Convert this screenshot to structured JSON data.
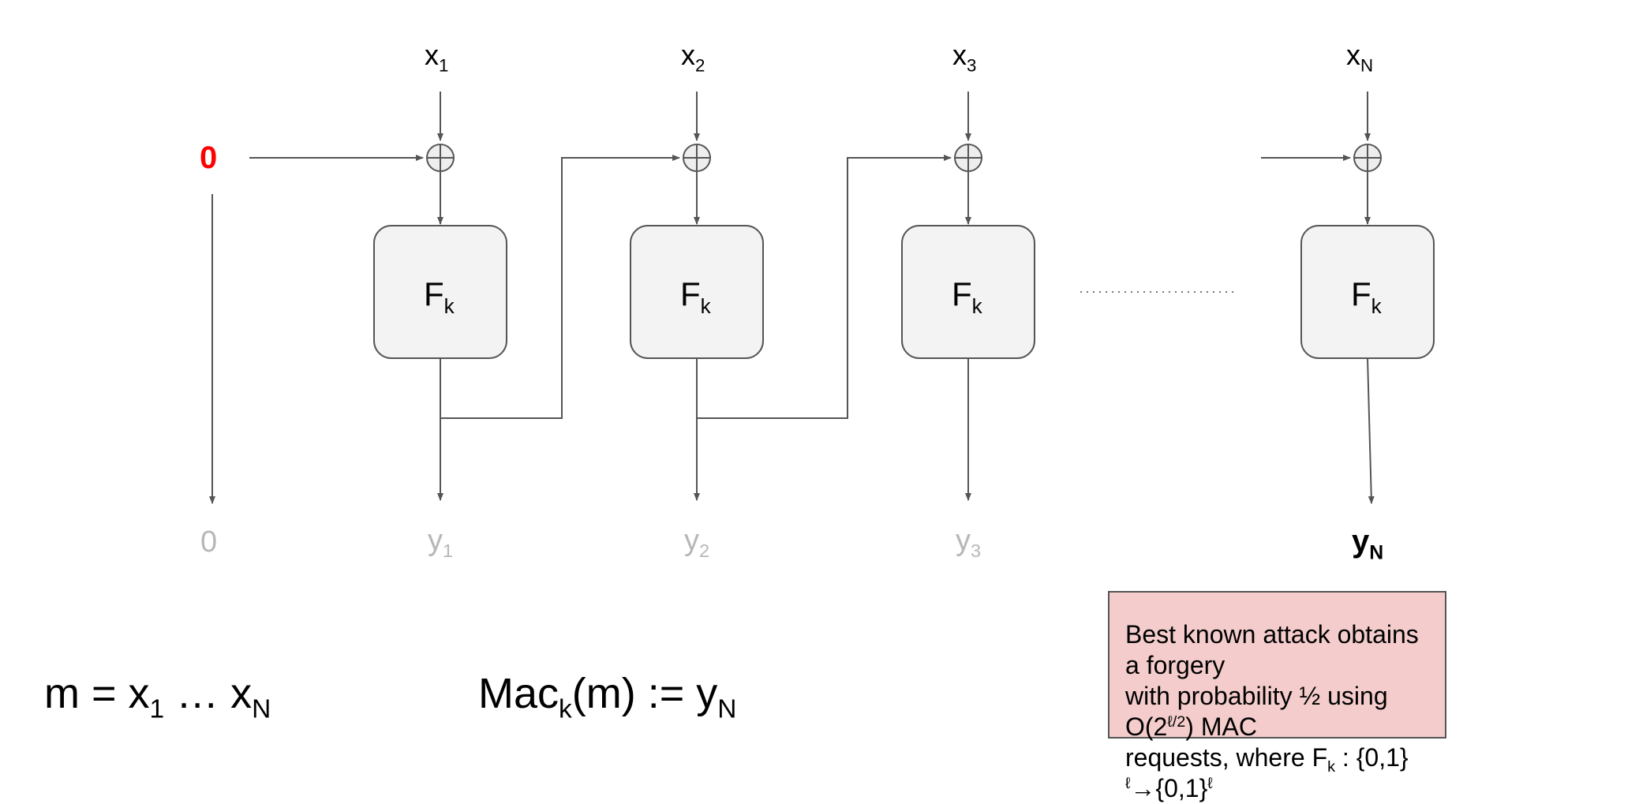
{
  "init_value": "0",
  "inputs": [
    {
      "base": "x",
      "sub": "1"
    },
    {
      "base": "x",
      "sub": "2"
    },
    {
      "base": "x",
      "sub": "3"
    },
    {
      "base": "x",
      "sub": "N"
    }
  ],
  "block": {
    "base": "F",
    "sub": "k"
  },
  "outputs": [
    {
      "base": "0",
      "sub": ""
    },
    {
      "base": "y",
      "sub": "1"
    },
    {
      "base": "y",
      "sub": "2"
    },
    {
      "base": "y",
      "sub": "3"
    },
    {
      "base": "y",
      "sub": "N"
    }
  ],
  "message": {
    "prefix": "m = x",
    "sub1": "1",
    "mid": " … x",
    "sub2": "N"
  },
  "mac": {
    "prefix": "Mac",
    "sub1": "k",
    "mid": "(m) := y",
    "sub2": "N"
  },
  "note": {
    "line1": "Best known attack obtains a forgery",
    "line2a": "with probability ½ using O(2",
    "line2_sup": "ℓ/2",
    "line2b": ") MAC",
    "line3a": "requests, where F",
    "line3_sub": "k",
    "line3b": " : {0,1}",
    "line3_sup1": "ℓ",
    "line3c": "→{0,1}",
    "line3_sup2": "ℓ"
  },
  "colors": {
    "highlight": "#ff0000",
    "faded": "#b7b7b7",
    "box_fill": "#f3f3f3",
    "note_fill": "#f4cccc",
    "line": "#555555"
  }
}
